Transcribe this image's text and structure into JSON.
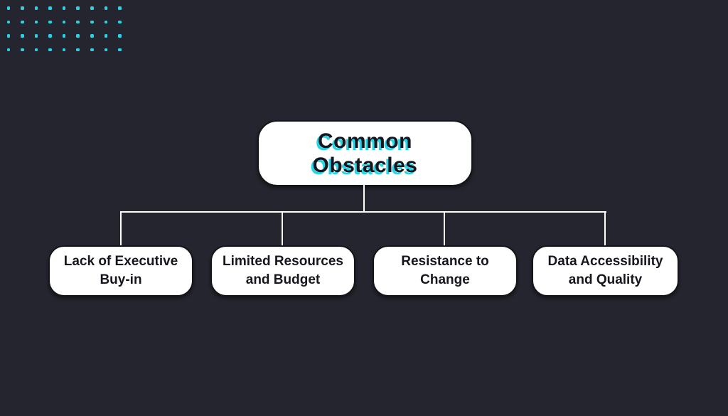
{
  "colors": {
    "background": "#25252f",
    "accent_cyan": "#26d6e7",
    "node_bg": "#ffffff",
    "node_border": "#14141b",
    "text": "#16161e",
    "connector": "#ffffff"
  },
  "decoration": {
    "dot_grid": {
      "rows": 4,
      "cols": 9
    }
  },
  "diagram": {
    "root": {
      "label": "Common\nObstacles"
    },
    "children": [
      {
        "label": "Lack of Executive\nBuy-in"
      },
      {
        "label": "Limited Resources\nand Budget"
      },
      {
        "label": "Resistance to\nChange"
      },
      {
        "label": "Data Accessibility\nand Quality"
      }
    ]
  }
}
